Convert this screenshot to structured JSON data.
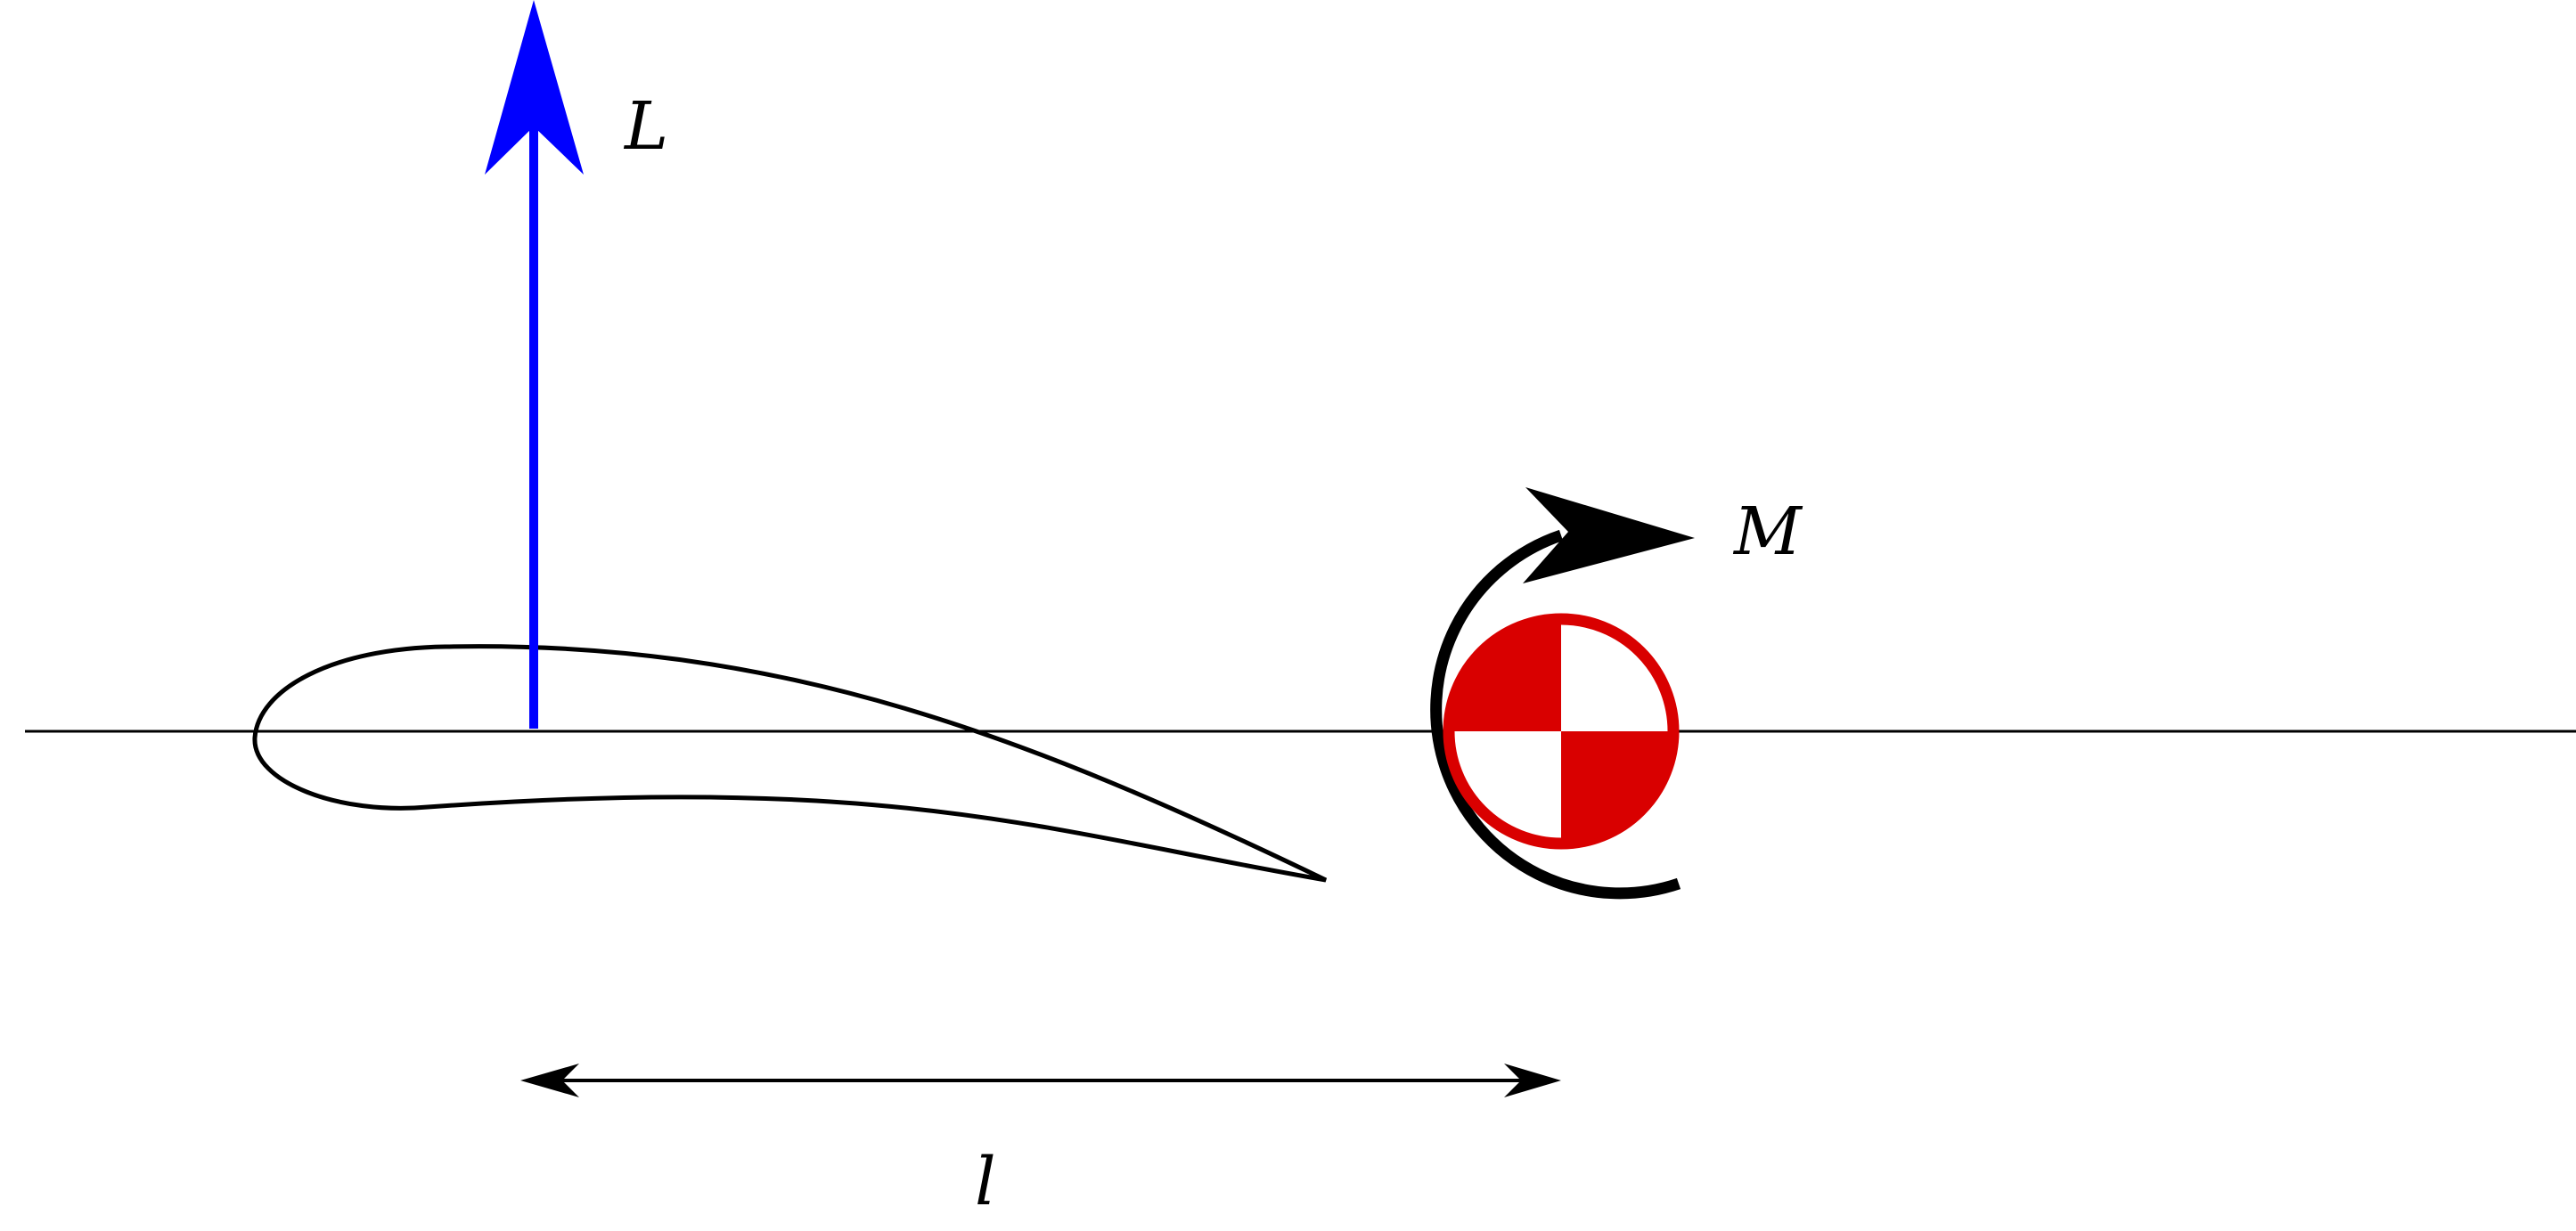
{
  "labels": {
    "lift": "L",
    "moment": "M",
    "length": "l"
  },
  "colors": {
    "lift_arrow": "#0000ff",
    "cg_marker": "#d90000",
    "outline": "#000000",
    "background": "#ffffff"
  }
}
